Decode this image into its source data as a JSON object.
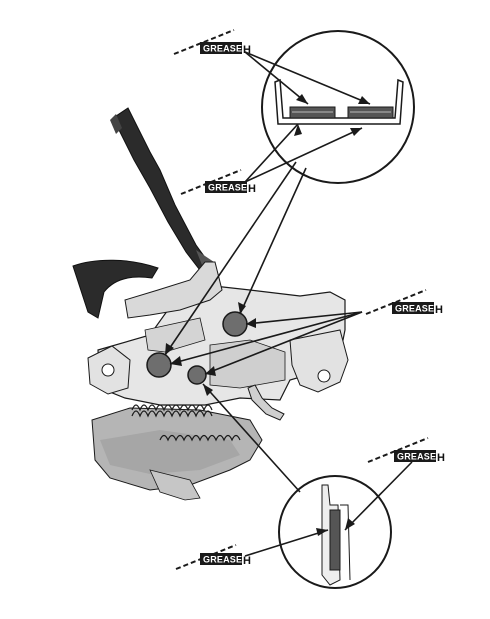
{
  "diagram": {
    "grease_label": "GREASE",
    "grease_suffix": "H",
    "colors": {
      "line": "#1a1a1a",
      "latch_body": "#e6e6e6",
      "latch_shadow": "#b5b5b5",
      "dark_part": "#2b2b2b",
      "grease_spot": "#6e6e6e",
      "label_bg": "#1a1a1a",
      "label_text": "#ffffff"
    },
    "callouts": [
      {
        "id": "top-detail",
        "label": "GREASE",
        "suffix": "H"
      },
      {
        "id": "upper-left",
        "label": "GREASE",
        "suffix": "H"
      },
      {
        "id": "right-latch",
        "label": "GREASE",
        "suffix": "H"
      },
      {
        "id": "lower-right",
        "label": "GREASE",
        "suffix": "H"
      },
      {
        "id": "lower-left",
        "label": "GREASE",
        "suffix": "H"
      }
    ]
  }
}
